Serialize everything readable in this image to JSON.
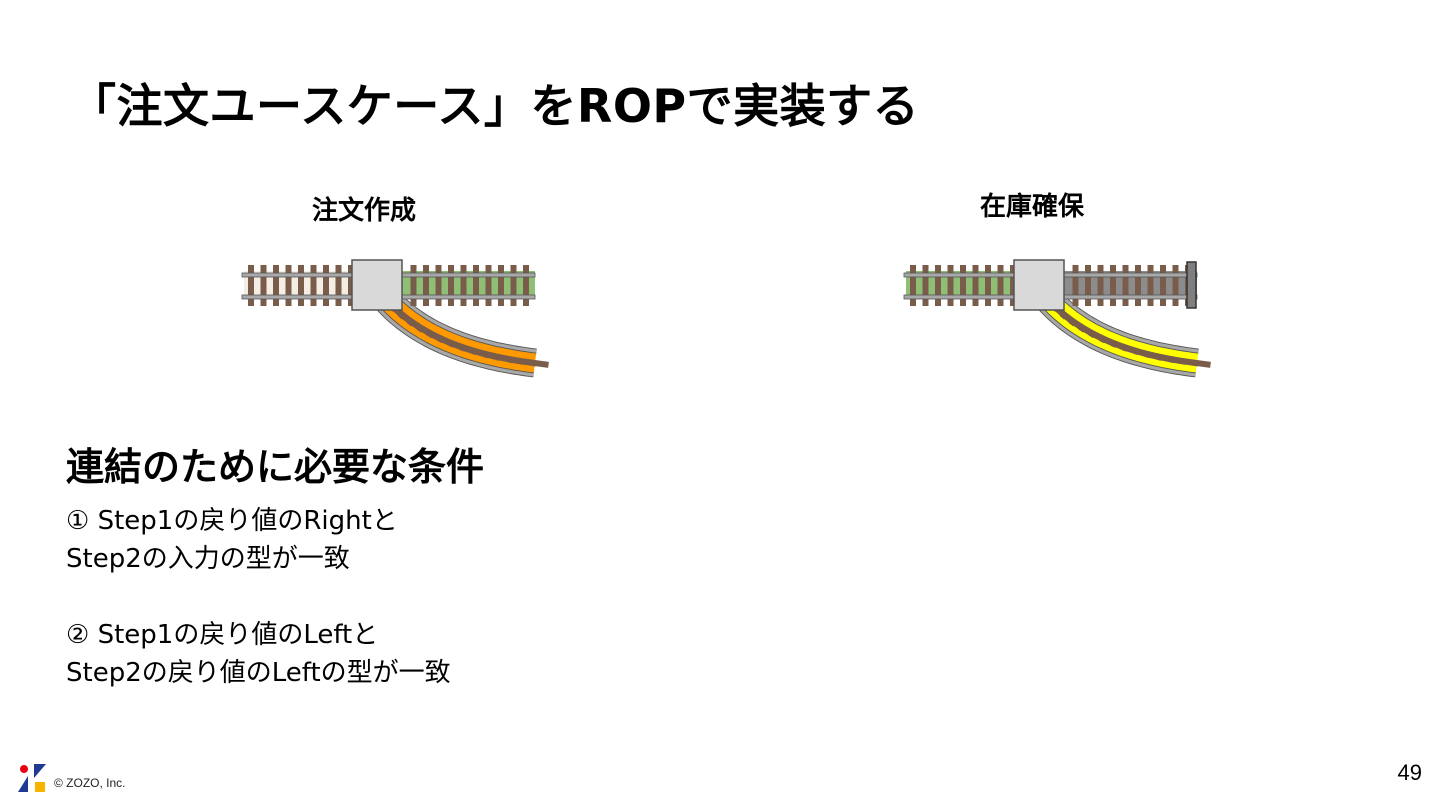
{
  "title": "「注文ユースケース」をROPで実装する",
  "diagrams": [
    {
      "label": "注文作成",
      "left_color": "#f3ede3",
      "right_color": "#8fbf75",
      "branch_color": "#ff9900",
      "has_buffer_stop": false
    },
    {
      "label": "在庫確保",
      "left_color": "#8fbf75",
      "right_color": "#8c8c8c",
      "branch_color": "#ffff00",
      "has_buffer_stop": true
    }
  ],
  "section_heading": "連結のために必要な条件",
  "conditions": [
    {
      "line1": "① Step1の戻り値のRightと",
      "line2": "Step2の入力の型が一致"
    },
    {
      "line1": "② Step1の戻り値のLeftと",
      "line2": "Step2の戻り値のLeftの型が一致"
    }
  ],
  "footer": {
    "copyright": "© ZOZO, Inc."
  },
  "page_number": "49",
  "colors": {
    "tie": "#7a5c4b",
    "rail": "#a8a8a8",
    "rail_outline": "#555555",
    "switch_box": "#d9d9d9",
    "buffer_stop": "#7f7f7f",
    "logo_red": "#e60012",
    "logo_navy": "#1f3a93",
    "logo_yellow": "#f8b500"
  }
}
